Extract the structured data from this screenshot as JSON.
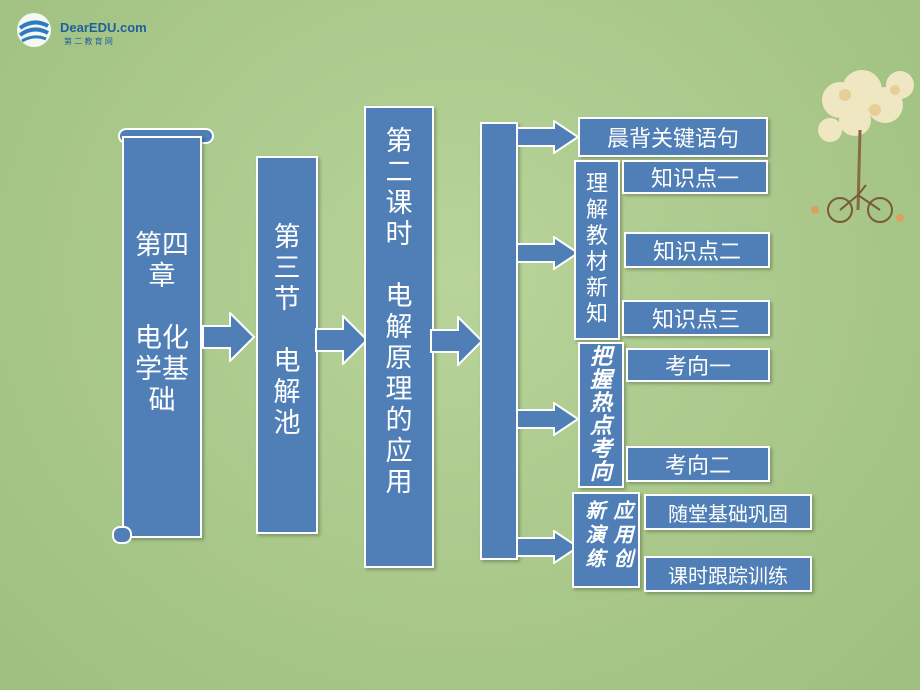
{
  "logo": {
    "text": "DearEDU.com",
    "subtext": "第 二 教 育 网"
  },
  "chapter": {
    "text": "第四章\n\n电化学基础"
  },
  "section": {
    "text": "第三节\n\n电解池"
  },
  "lesson": {
    "text": "第二课时\n\n电解原理的应用"
  },
  "items": {
    "morning": "晨背关键语句",
    "understand": "理解教材新知",
    "point1": "知识点一",
    "point2": "知识点二",
    "point3": "知识点三",
    "hot": "把握热点考向",
    "dir1": "考向一",
    "dir2": "考向二",
    "apply": "应用创新演练",
    "consolidate": "随堂基础巩固",
    "training": "课时跟踪训练"
  },
  "colors": {
    "box_fill": "#4f7fb6",
    "border": "#ffffff",
    "background": "#a9c88a"
  }
}
